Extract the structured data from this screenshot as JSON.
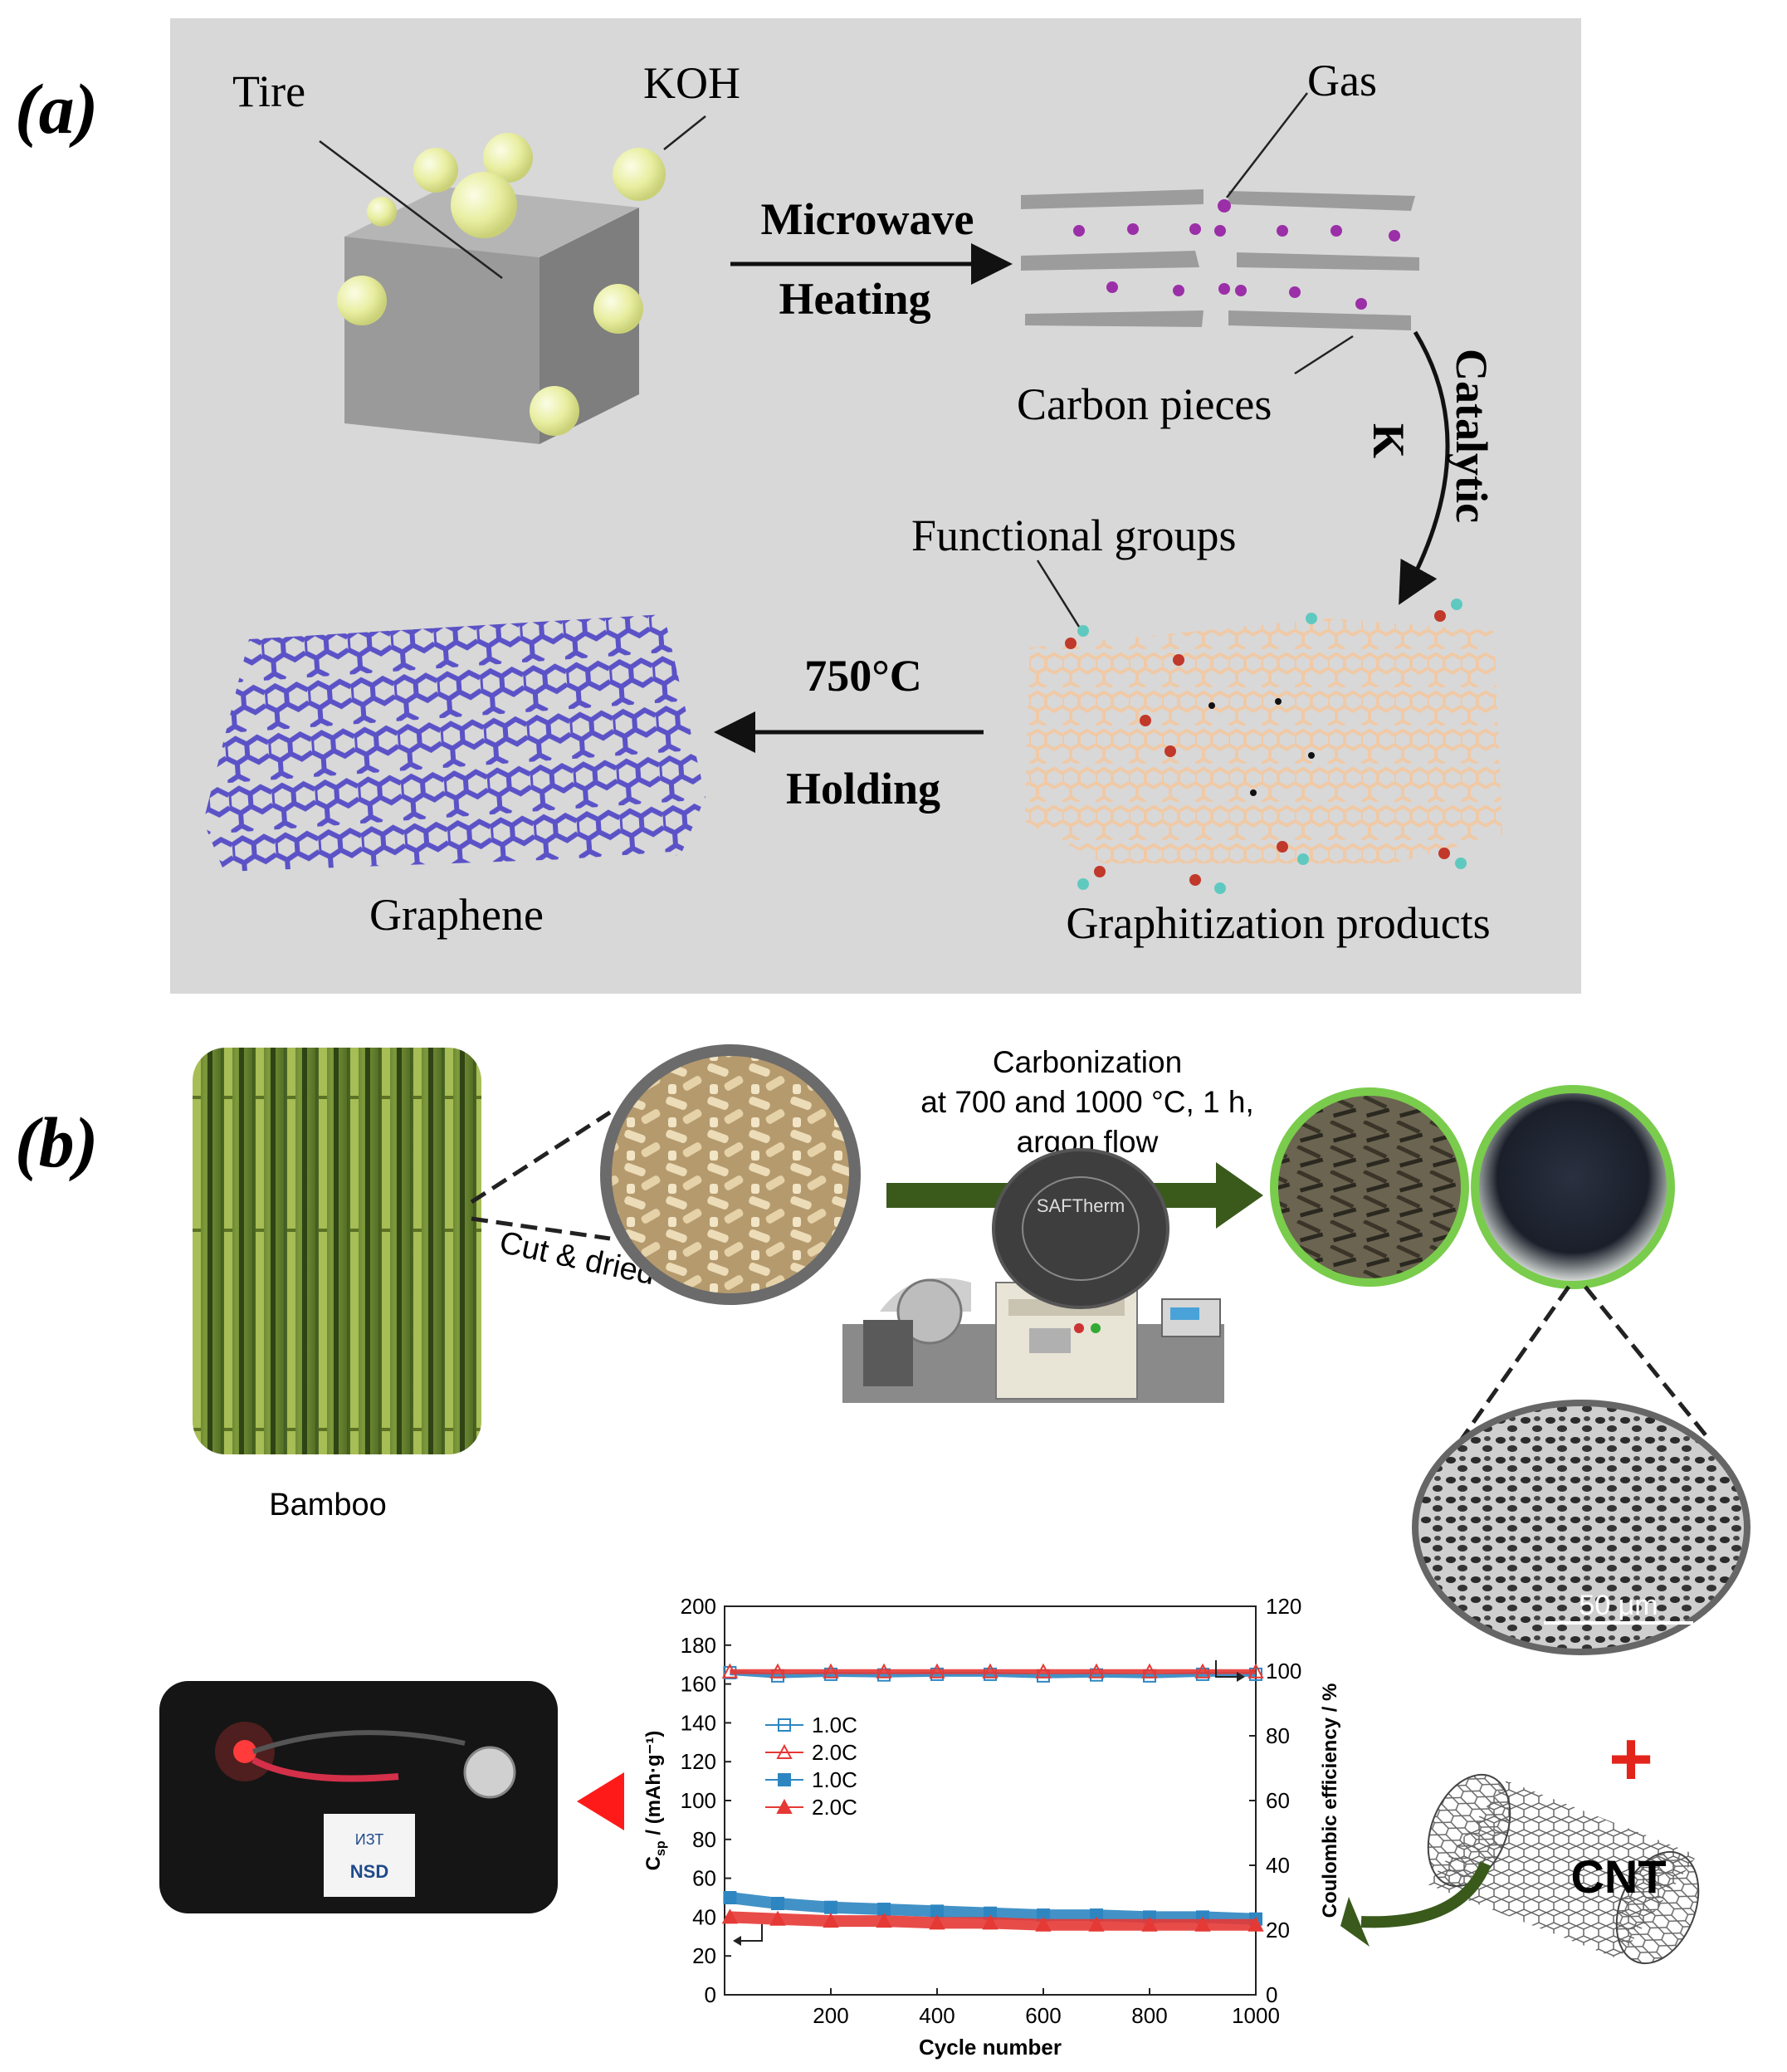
{
  "panel_a": {
    "label": "(a)",
    "tire": "Tire",
    "koh": "KOH",
    "gas": "Gas",
    "microwave": "Microwave",
    "heating": "Heating",
    "carbon_pieces": "Carbon pieces",
    "catalytic": "Catalytic",
    "k": "K",
    "functional_groups": "Functional  groups",
    "temp": "750°C",
    "holding": "Holding",
    "graphene": "Graphene",
    "graphitization": "Graphitization products"
  },
  "panel_b": {
    "label": "(b)",
    "bamboo": "Bamboo",
    "cut_dried": "Cut & dried",
    "carbonization_1": "Carbonization",
    "carbonization_2": "at 700 and 1000 °C, 1 h,",
    "carbonization_3": "argon flow",
    "furnace_brand": "SAFTherm",
    "scale_bar": "50 μm",
    "cnt": "CNT",
    "plus": "+",
    "card_text_1": "NSD",
    "card_text_2": "ИЗТ"
  },
  "chart_data": {
    "type": "scatter",
    "xlabel": "Cycle number",
    "ylabel": "C_sp / (mAh·g⁻¹)",
    "ylabel_main": "C",
    "ylabel_sub": "sp",
    "ylabel_rest": " / (mAh·g⁻¹)",
    "y2label": "Coulombic efficiency / %",
    "xlim": [
      0,
      1000
    ],
    "ylim": [
      0,
      200
    ],
    "y2lim": [
      0,
      120
    ],
    "xticks": [
      "200",
      "400",
      "600",
      "800",
      "1000"
    ],
    "yticks": [
      "0",
      "20",
      "40",
      "60",
      "80",
      "100",
      "120",
      "140",
      "160",
      "180",
      "200"
    ],
    "y2ticks": [
      "0",
      "20",
      "40",
      "60",
      "80",
      "100",
      "120"
    ],
    "legend": [
      "1.0C",
      "2.0C",
      "1.0C",
      "2.0C"
    ],
    "series": [
      {
        "name": "1.0C",
        "axis": "right",
        "marker": "open-square",
        "color": "#2e86c1",
        "x": [
          10,
          100,
          200,
          300,
          400,
          500,
          600,
          700,
          800,
          900,
          1000
        ],
        "y": [
          99.5,
          98.5,
          99,
          98.8,
          99,
          99,
          98.5,
          98.8,
          98.5,
          99,
          99
        ]
      },
      {
        "name": "2.0C",
        "axis": "right",
        "marker": "open-triangle",
        "color": "#e53935",
        "x": [
          10,
          100,
          200,
          300,
          400,
          500,
          600,
          700,
          800,
          900,
          1000
        ],
        "y": [
          99.8,
          99.8,
          99.8,
          99.8,
          99.8,
          99.8,
          99.8,
          99.8,
          99.8,
          99.8,
          99.8
        ]
      },
      {
        "name": "1.0C",
        "axis": "left",
        "marker": "filled-square",
        "color": "#2e86c1",
        "x": [
          10,
          100,
          200,
          300,
          400,
          500,
          600,
          700,
          800,
          900,
          1000
        ],
        "y": [
          50,
          47,
          45,
          44,
          43,
          42,
          41,
          41,
          40,
          40,
          39
        ]
      },
      {
        "name": "2.0C",
        "axis": "left",
        "marker": "filled-triangle",
        "color": "#e53935",
        "x": [
          10,
          100,
          200,
          300,
          400,
          500,
          600,
          700,
          800,
          900,
          1000
        ],
        "y": [
          40,
          39,
          38,
          38,
          37,
          37,
          36,
          36,
          36,
          36,
          36
        ]
      }
    ],
    "grid": false
  },
  "colors": {
    "panel_a_bg": "#d8d8d8",
    "graphene": "#5b52c7",
    "graphitization": "#f0c9a6",
    "koh": "#eef2a8",
    "gas": "#9b2fa8",
    "arrow_green": "#3a5a1c",
    "red_triangle": "#ff1a1a"
  }
}
